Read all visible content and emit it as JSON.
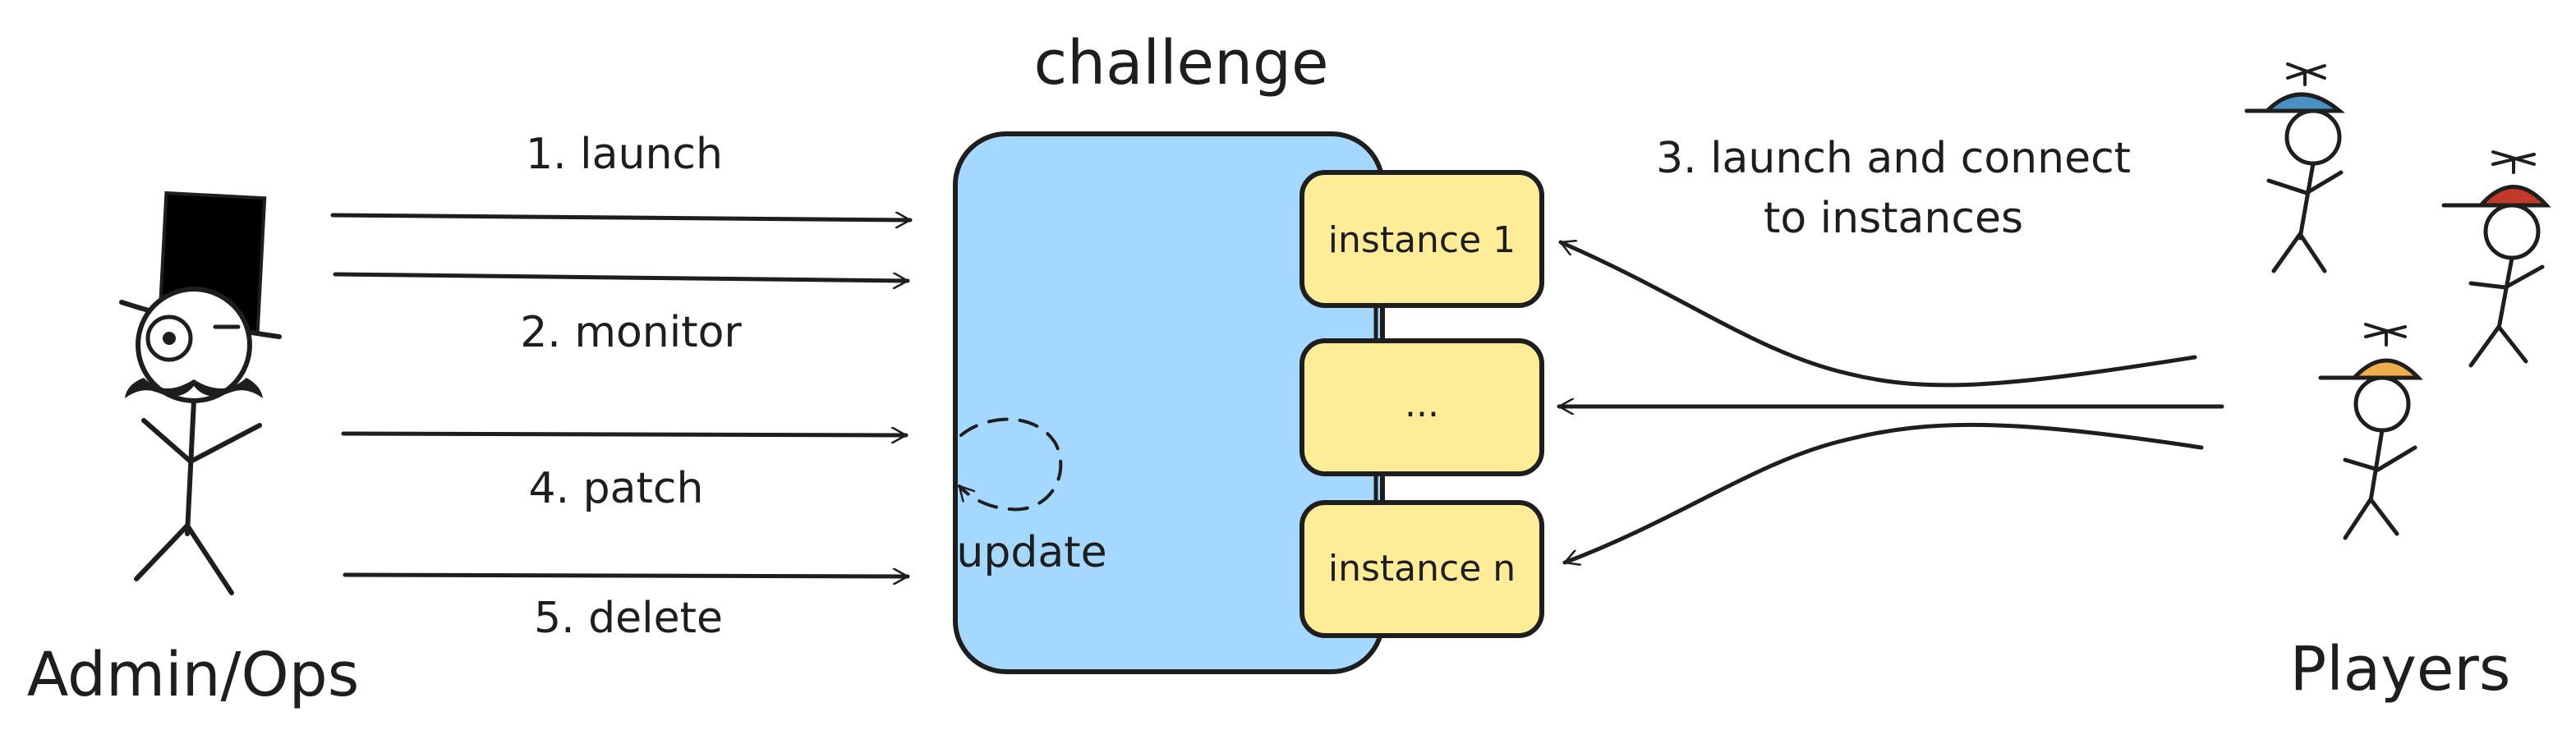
{
  "diagram": {
    "challenge_title": "challenge",
    "admin_label": "Admin/Ops",
    "players_label": "Players",
    "steps": {
      "launch": "1. launch",
      "monitor": "2. monitor",
      "connect_line1": "3. launch and connect",
      "connect_line2": "to instances",
      "patch": "4. patch",
      "delete": "5. delete"
    },
    "update_label": "update",
    "instances": [
      "instance 1",
      "...",
      "instance n"
    ],
    "colors": {
      "challenge_fill": "#a5d8ff",
      "instance_fill": "#ffec99",
      "stroke": "#1e1e1e",
      "hat_blue": "#4a90c2",
      "hat_red": "#c0392b",
      "hat_orange": "#f0ad4e"
    },
    "icons": [
      "admin-stick-figure-icon",
      "player-stick-figure-icon"
    ]
  }
}
